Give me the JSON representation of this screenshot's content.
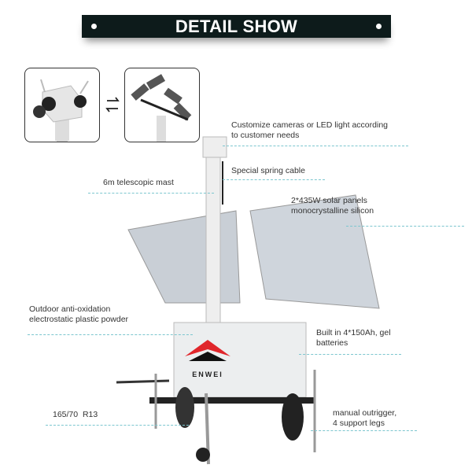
{
  "banner": {
    "title": "DETAIL SHOW"
  },
  "logo": {
    "brand": "ENWEI"
  },
  "annotations": {
    "customize": [
      "Customize cameras or LED light according",
      "to customer needs"
    ],
    "spring_cable": "Special spring cable",
    "mast": "6m telescopic mast",
    "solar": [
      "2*435W solar panels",
      "monocrystalline silicon"
    ],
    "coating": [
      "Outdoor anti-oxidation",
      "electrostatic plastic powder"
    ],
    "batteries": [
      "Built in 4*150Ah, gel",
      "batteries"
    ],
    "tire": "165/70  R13",
    "outrigger": [
      "manual outrigger,",
      "4 support legs"
    ]
  },
  "colors": {
    "banner": "#0d1b1b",
    "leader": "#7cc6cf",
    "logo_red": "#e0262b"
  }
}
